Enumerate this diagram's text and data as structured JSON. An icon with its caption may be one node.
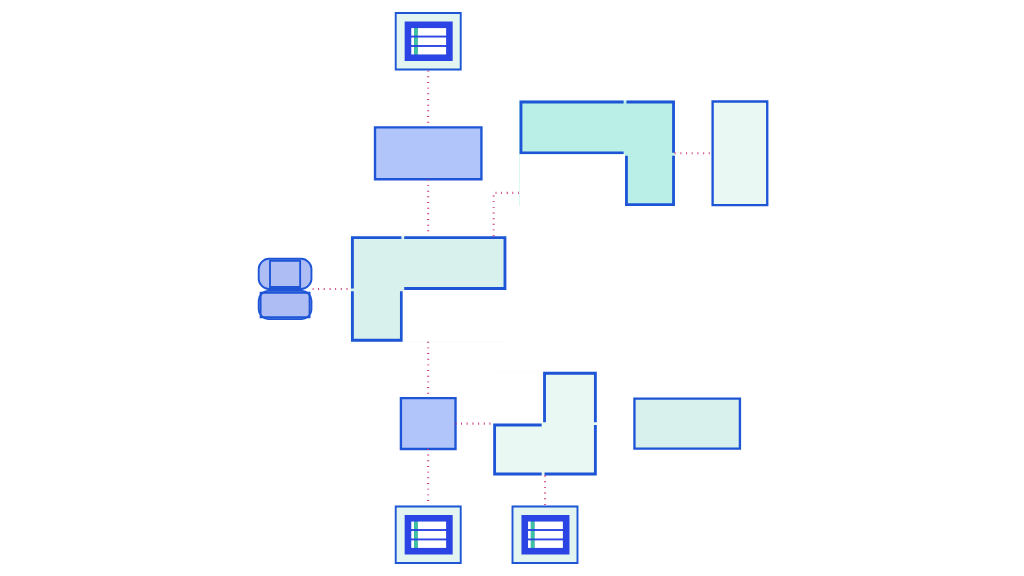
{
  "diagram": {
    "nodes": [
      {
        "text": [],
        "shape": "person"
      },
      {
        "text": [],
        "shape": "picture"
      },
      {
        "text": [],
        "shape": "box"
      },
      {
        "text": [],
        "shape": "polygon"
      },
      {
        "text": [],
        "shape": "box"
      },
      {
        "text": [],
        "shape": "polygon"
      },
      {
        "text": [],
        "shape": "box"
      },
      {
        "text": [],
        "shape": "polygon"
      },
      {
        "text": [],
        "shape": "box"
      },
      {
        "text": [],
        "shape": "picture"
      },
      {
        "text": [],
        "shape": "picture"
      }
    ],
    "edges": [
      {
        "from": 1,
        "to": 2,
        "arrow": "none"
      },
      {
        "from": 2,
        "to": 5,
        "arrow": "none"
      },
      {
        "from": 0,
        "to": 5,
        "arrow": "none"
      },
      {
        "from": 5,
        "to": 3,
        "arrow": "none"
      },
      {
        "from": 3,
        "to": 4,
        "arrow": "none"
      },
      {
        "from": 5,
        "to": 6,
        "arrow": "none"
      },
      {
        "from": 6,
        "to": 7,
        "arrow": "none"
      },
      {
        "from": 6,
        "to": 9,
        "arrow": "none"
      },
      {
        "from": 7,
        "to": 10,
        "arrow": "none"
      }
    ]
  }
}
